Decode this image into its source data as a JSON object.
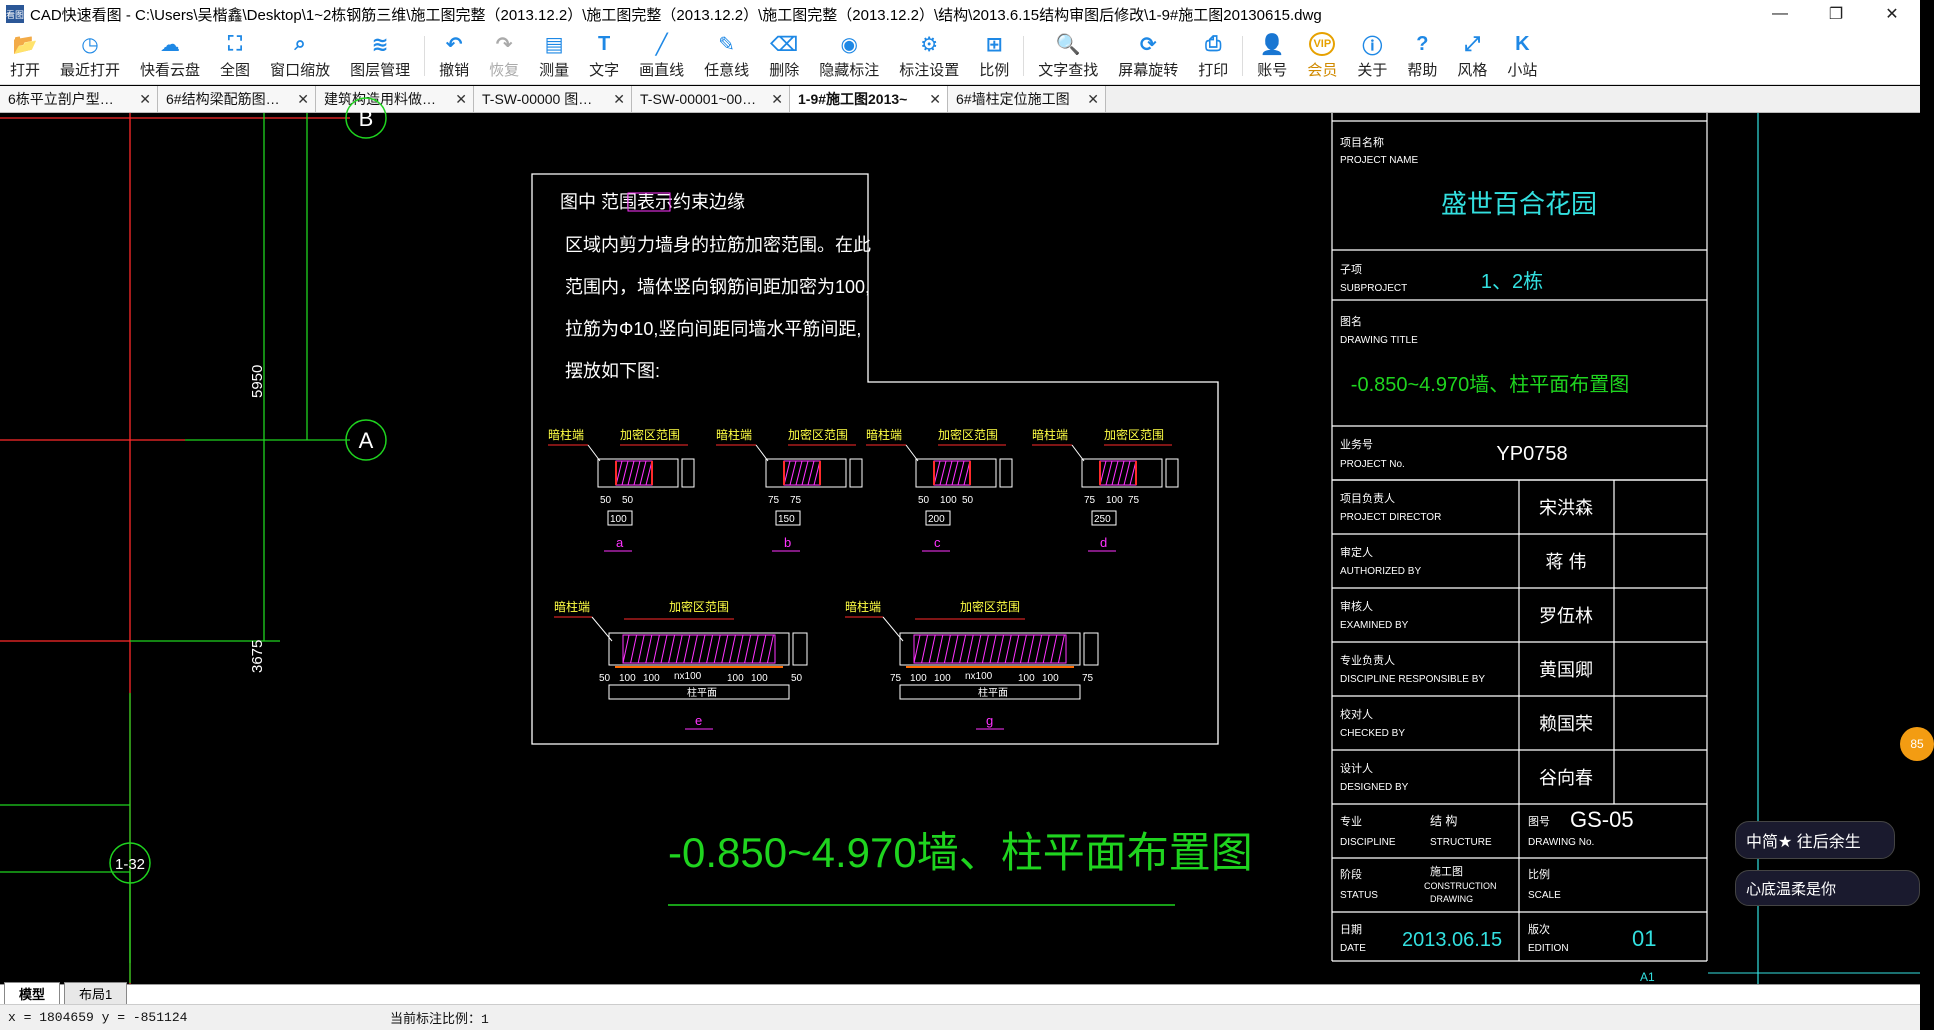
{
  "window": {
    "app_icon_text": "看图",
    "title": "CAD快速看图 - C:\\Users\\吴楷鑫\\Desktop\\1~2栋钢筋三维\\施工图完整（2013.12.2）\\施工图完整（2013.12.2）\\施工图完整（2013.12.2）\\结构\\2013.6.15结构审图后修改\\1-9#施工图20130615.dwg",
    "minimize": "—",
    "maximize": "❐",
    "close": "✕"
  },
  "toolbar": [
    {
      "label": "打开",
      "icon": "folder-open-icon"
    },
    {
      "label": "最近打开",
      "icon": "clock-icon"
    },
    {
      "label": "快看云盘",
      "icon": "cloud-icon"
    },
    {
      "label": "全图",
      "icon": "fullscreen-icon"
    },
    {
      "label": "窗口缩放",
      "icon": "zoom-window-icon"
    },
    {
      "label": "图层管理",
      "icon": "layers-icon"
    },
    {
      "label": "撤销",
      "icon": "undo-icon"
    },
    {
      "label": "恢复",
      "icon": "redo-icon"
    },
    {
      "label": "测量",
      "icon": "measure-icon"
    },
    {
      "label": "文字",
      "icon": "text-icon"
    },
    {
      "label": "画直线",
      "icon": "line-icon"
    },
    {
      "label": "任意线",
      "icon": "freehand-icon"
    },
    {
      "label": "删除",
      "icon": "eraser-icon"
    },
    {
      "label": "隐藏标注",
      "icon": "eye-icon"
    },
    {
      "label": "标注设置",
      "icon": "annotation-settings-icon"
    },
    {
      "label": "比例",
      "icon": "scale-icon"
    },
    {
      "label": "文字查找",
      "icon": "text-search-icon"
    },
    {
      "label": "屏幕旋转",
      "icon": "rotate-icon"
    },
    {
      "label": "打印",
      "icon": "printer-icon"
    },
    {
      "label": "账号",
      "icon": "user-icon"
    },
    {
      "label": "会员",
      "icon": "vip-icon"
    },
    {
      "label": "关于",
      "icon": "info-icon"
    },
    {
      "label": "帮助",
      "icon": "help-icon"
    },
    {
      "label": "风格",
      "icon": "style-icon"
    },
    {
      "label": "小站",
      "icon": "site-icon"
    }
  ],
  "tabs": [
    {
      "label": "6栋平立剖户型…",
      "close": "✕"
    },
    {
      "label": "6#结构梁配筋图…",
      "close": "✕"
    },
    {
      "label": "建筑构造用料做…",
      "close": "✕"
    },
    {
      "label": "T-SW-00000 图…",
      "close": "✕"
    },
    {
      "label": "T-SW-00001~00…",
      "close": "✕"
    },
    {
      "label": "1-9#施工图2013~",
      "close": "✕"
    },
    {
      "label": "6#墙柱定位施工图",
      "close": "✕"
    }
  ],
  "drawing": {
    "grid_labels": {
      "B": "B",
      "A": "A",
      "c132": "1-32"
    },
    "dims": {
      "d1": "5950",
      "d2": "3675"
    },
    "note_lines": [
      "图中        范围表示约束边缘",
      "区域内剪力墙身的拉筋加密范围。在此",
      "范围内，墙体竖向钢筋间距加密为100,",
      "拉筋为Φ10,竖向间距同墙水平筋间距,",
      "摆放如下图:"
    ],
    "detail_labels": {
      "end": "暗柱端",
      "zone": "加密区范围",
      "plan": "柱平面",
      "nx100": "nx100",
      "ids": [
        "a",
        "b",
        "c",
        "d",
        "e",
        "g"
      ],
      "a_dims": [
        "50",
        "50",
        "100"
      ],
      "b_dims": [
        "75",
        "75",
        "150"
      ],
      "c_dims": [
        "50",
        "100",
        "50",
        "200"
      ],
      "d_dims": [
        "75",
        "100",
        "75",
        "250"
      ],
      "e_dims": [
        "50",
        "100",
        "100",
        "100",
        "100",
        "50"
      ],
      "g_dims": [
        "75",
        "100",
        "100",
        "100",
        "100",
        "75"
      ]
    },
    "plan_title": "-0.850~4.970墙、柱平面布置图",
    "sheet_corner": "A1"
  },
  "titleblock": {
    "project_name_cn": "项目名称",
    "project_name_en": "PROJECT NAME",
    "project_name": "盛世百合花园",
    "subproject_cn": "子项",
    "subproject_en": "SUBPROJECT",
    "subproject": "1、2栋",
    "drawing_title_cn": "图名",
    "drawing_title_en": "DRAWING TITLE",
    "drawing_title": "-0.850~4.970墙、柱平面布置图",
    "project_no_cn": "业务号",
    "project_no_en": "PROJECT No.",
    "project_no": "YP0758",
    "rows": [
      {
        "cn": "项目负责人",
        "en": "PROJECT DIRECTOR",
        "name": "宋洪森"
      },
      {
        "cn": "审定人",
        "en": "AUTHORIZED BY",
        "name": "蒋 伟"
      },
      {
        "cn": "审核人",
        "en": "EXAMINED BY",
        "name": "罗伍林"
      },
      {
        "cn": "专业负责人",
        "en": "DISCIPLINE RESPONSIBLE BY",
        "name": "黄国卿"
      },
      {
        "cn": "校对人",
        "en": "CHECKED BY",
        "name": "赖国荣"
      },
      {
        "cn": "设计人",
        "en": "DESIGNED BY",
        "name": "谷向春"
      }
    ],
    "discipline_cn": "专业",
    "discipline_en": "DISCIPLINE",
    "discipline_val_cn": "结 构",
    "discipline_val_en": "STRUCTURE",
    "drawing_no_cn": "图号",
    "drawing_no_en": "DRAWING No.",
    "drawing_no": "GS-05",
    "status_cn": "阶段",
    "status_en": "STATUS",
    "status_val_cn": "施工图",
    "status_val_en1": "CONSTRUCTION",
    "status_val_en2": "DRAWING",
    "scale_cn": "比例",
    "scale_en": "SCALE",
    "date_cn": "日期",
    "date_en": "DATE",
    "date": "2013.06.15",
    "edition_cn": "版次",
    "edition_en": "EDITION",
    "edition": "01"
  },
  "overlays": {
    "badge1": "中简★ 往后余生",
    "badge2": "心底温柔是你",
    "orange": "85"
  },
  "layout_tabs": [
    {
      "label": "模型"
    },
    {
      "label": "布局1"
    }
  ],
  "status": {
    "coords": "x = 1804659  y = -851124",
    "scale_text": "当前标注比例：1"
  },
  "colors": {
    "red": "#ff2a2a",
    "green": "#1fd41f",
    "cyan": "#33e0e0",
    "magenta": "#ff33ff",
    "yellow": "#ffff44",
    "white": "#ffffff"
  }
}
